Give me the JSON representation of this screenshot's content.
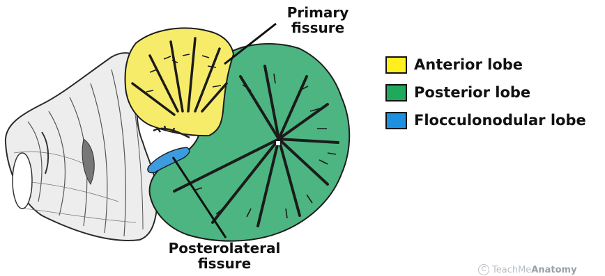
{
  "callouts": {
    "primary_fissure": [
      "Primary",
      "fissure"
    ],
    "posterolateral_fissure": [
      "Posterolateral",
      "fissure"
    ]
  },
  "legend": [
    {
      "label": "Anterior lobe",
      "color": "#ffef1f"
    },
    {
      "label": "Posterior lobe",
      "color": "#1fa95c"
    },
    {
      "label": "Flocculonodular lobe",
      "color": "#1e90e0"
    }
  ],
  "regions": {
    "anterior_color": "#f6ec6a",
    "posterior_color": "#4cb581",
    "flocculonodular_color": "#3d9be0",
    "brainstem_color": "#ededed"
  },
  "watermark": {
    "symbol": "C",
    "prefix": "TeachMe",
    "bold": "Anatomy"
  }
}
